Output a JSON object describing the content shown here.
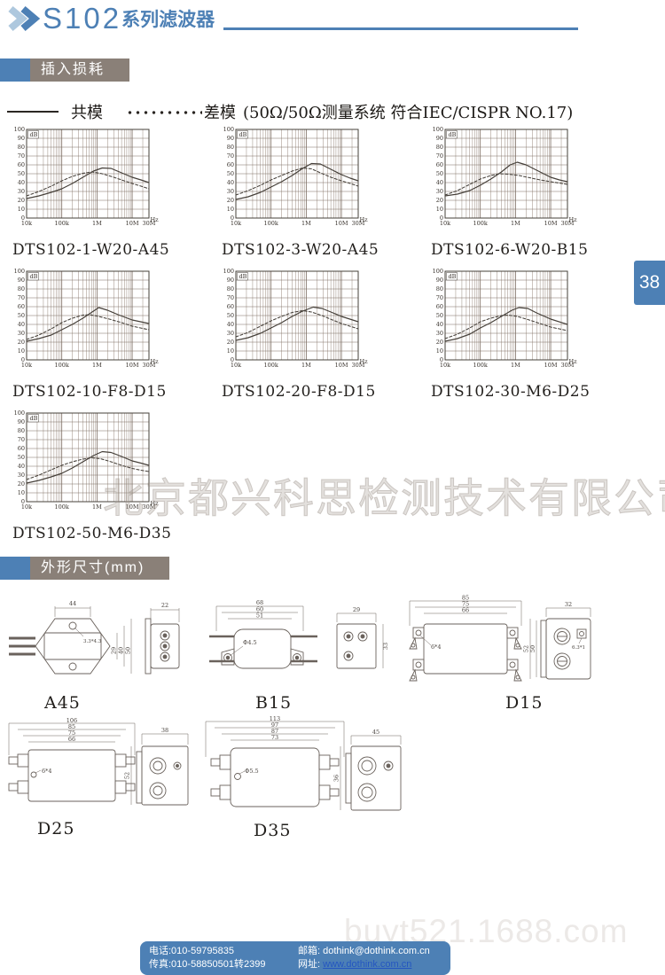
{
  "header": {
    "series": "S102",
    "suffix": "系列滤波器"
  },
  "page_number": "38",
  "sections": {
    "insertion_loss": "插入损耗",
    "dimensions": "外形尺寸(mm)"
  },
  "legend": {
    "common_mode": "共模",
    "diff_mode": "差模",
    "note": "(50Ω/50Ω测量系统 符合IEC/CISPR NO.17)"
  },
  "watermark": {
    "center": "北京都兴科思检测技术有限公司",
    "bottom": "buyt521.1688.com"
  },
  "chart_axis": {
    "y_unit": "dB",
    "x_unit": "Hz",
    "ylim": [
      0,
      100
    ],
    "ytick_step": 10,
    "x_max_lg": 3.477,
    "grid": true,
    "xticks": [
      {
        "label": "10k",
        "lg": 0
      },
      {
        "label": "100k",
        "lg": 1
      },
      {
        "label": "1M",
        "lg": 2
      },
      {
        "label": "10M",
        "lg": 3
      },
      {
        "label": "30M",
        "lg": 3.477
      }
    ]
  },
  "chart_data": [
    {
      "type": "line",
      "title": "DTS102-1-W20-A45",
      "xlabel": "Hz",
      "ylabel": "dB",
      "ylim": [
        0,
        100
      ],
      "series": [
        {
          "name": "共模",
          "style": "solid",
          "points": [
            [
              0,
              22
            ],
            [
              0.35,
              25
            ],
            [
              0.7,
              29
            ],
            [
              1,
              33
            ],
            [
              1.3,
              39
            ],
            [
              1.6,
              46
            ],
            [
              1.9,
              53
            ],
            [
              2.15,
              56.5
            ],
            [
              2.4,
              56
            ],
            [
              2.7,
              51
            ],
            [
              3,
              46
            ],
            [
              3.25,
              43
            ],
            [
              3.477,
              40
            ]
          ]
        },
        {
          "name": "差模",
          "style": "dashed",
          "points": [
            [
              0,
              25
            ],
            [
              0.35,
              30
            ],
            [
              0.7,
              36
            ],
            [
              1,
              42
            ],
            [
              1.3,
              47
            ],
            [
              1.6,
              50.5
            ],
            [
              1.85,
              52
            ],
            [
              2.1,
              50.5
            ],
            [
              2.4,
              47
            ],
            [
              2.7,
              43
            ],
            [
              3,
              39
            ],
            [
              3.25,
              36
            ],
            [
              3.477,
              33
            ]
          ]
        }
      ]
    },
    {
      "type": "line",
      "title": "DTS102-3-W20-A45",
      "xlabel": "Hz",
      "ylabel": "dB",
      "ylim": [
        0,
        100
      ],
      "series": [
        {
          "name": "共模",
          "style": "solid",
          "points": [
            [
              0,
              21
            ],
            [
              0.35,
              24
            ],
            [
              0.7,
              29
            ],
            [
              1,
              35
            ],
            [
              1.3,
              41
            ],
            [
              1.6,
              48
            ],
            [
              1.9,
              56
            ],
            [
              2.15,
              61.5
            ],
            [
              2.4,
              61
            ],
            [
              2.7,
              55
            ],
            [
              3,
              49
            ],
            [
              3.25,
              45
            ],
            [
              3.477,
              42
            ]
          ]
        },
        {
          "name": "差模",
          "style": "dashed",
          "points": [
            [
              0,
              26
            ],
            [
              0.35,
              31
            ],
            [
              0.7,
              37
            ],
            [
              1,
              43
            ],
            [
              1.3,
              48
            ],
            [
              1.6,
              53
            ],
            [
              1.9,
              56.5
            ],
            [
              2.15,
              55.5
            ],
            [
              2.4,
              51
            ],
            [
              2.7,
              46
            ],
            [
              3,
              42
            ],
            [
              3.25,
              39
            ],
            [
              3.477,
              36
            ]
          ]
        }
      ]
    },
    {
      "type": "line",
      "title": "DTS102-6-W20-B15",
      "xlabel": "Hz",
      "ylabel": "dB",
      "ylim": [
        0,
        100
      ],
      "series": [
        {
          "name": "共模",
          "style": "solid",
          "points": [
            [
              0,
              25
            ],
            [
              0.35,
              27
            ],
            [
              0.7,
              31
            ],
            [
              1,
              37
            ],
            [
              1.3,
              44
            ],
            [
              1.6,
              52
            ],
            [
              1.85,
              60
            ],
            [
              2.05,
              63
            ],
            [
              2.3,
              60
            ],
            [
              2.6,
              54
            ],
            [
              3,
              46
            ],
            [
              3.25,
              43
            ],
            [
              3.477,
              41
            ]
          ]
        },
        {
          "name": "差模",
          "style": "dashed",
          "points": [
            [
              0,
              26
            ],
            [
              0.35,
              31
            ],
            [
              0.7,
              38
            ],
            [
              1,
              44
            ],
            [
              1.3,
              48
            ],
            [
              1.55,
              50
            ],
            [
              1.8,
              49.5
            ],
            [
              2.1,
              48
            ],
            [
              2.4,
              45.5
            ],
            [
              2.7,
              43
            ],
            [
              3,
              41
            ],
            [
              3.477,
              38
            ]
          ]
        }
      ]
    },
    {
      "type": "line",
      "title": "DTS102-10-F8-D15",
      "xlabel": "Hz",
      "ylabel": "dB",
      "ylim": [
        0,
        100
      ],
      "series": [
        {
          "name": "共模",
          "style": "solid",
          "points": [
            [
              0,
              21
            ],
            [
              0.35,
              24
            ],
            [
              0.7,
              28
            ],
            [
              1,
              34
            ],
            [
              1.3,
              40
            ],
            [
              1.6,
              47
            ],
            [
              1.9,
              55
            ],
            [
              2.05,
              59
            ],
            [
              2.3,
              56
            ],
            [
              2.6,
              51
            ],
            [
              3,
              45
            ],
            [
              3.477,
              41
            ]
          ]
        },
        {
          "name": "差模",
          "style": "dashed",
          "points": [
            [
              0,
              23
            ],
            [
              0.35,
              28
            ],
            [
              0.7,
              35
            ],
            [
              1,
              42
            ],
            [
              1.3,
              47
            ],
            [
              1.6,
              50.5
            ],
            [
              1.8,
              51
            ],
            [
              2.05,
              49
            ],
            [
              2.35,
              46
            ],
            [
              2.7,
              42
            ],
            [
              3,
              38
            ],
            [
              3.477,
              34
            ]
          ]
        }
      ]
    },
    {
      "type": "line",
      "title": "DTS102-20-F8-D15",
      "xlabel": "Hz",
      "ylabel": "dB",
      "ylim": [
        0,
        100
      ],
      "series": [
        {
          "name": "共模",
          "style": "solid",
          "points": [
            [
              0,
              22
            ],
            [
              0.35,
              25
            ],
            [
              0.7,
              30
            ],
            [
              1,
              36
            ],
            [
              1.3,
              42
            ],
            [
              1.6,
              49
            ],
            [
              1.9,
              55
            ],
            [
              2.2,
              59.5
            ],
            [
              2.45,
              58
            ],
            [
              2.7,
              54
            ],
            [
              3,
              49
            ],
            [
              3.477,
              43
            ]
          ]
        },
        {
          "name": "差模",
          "style": "dashed",
          "points": [
            [
              0,
              26
            ],
            [
              0.35,
              31
            ],
            [
              0.7,
              38
            ],
            [
              1,
              44
            ],
            [
              1.3,
              49
            ],
            [
              1.6,
              53.5
            ],
            [
              1.9,
              55.5
            ],
            [
              2.15,
              54
            ],
            [
              2.45,
              50
            ],
            [
              2.75,
              45
            ],
            [
              3,
              41
            ],
            [
              3.477,
              35
            ]
          ]
        }
      ]
    },
    {
      "type": "line",
      "title": "DTS102-30-M6-D25",
      "xlabel": "Hz",
      "ylabel": "dB",
      "ylim": [
        0,
        100
      ],
      "series": [
        {
          "name": "共模",
          "style": "solid",
          "points": [
            [
              0,
              21
            ],
            [
              0.35,
              24
            ],
            [
              0.7,
              29
            ],
            [
              1,
              36
            ],
            [
              1.3,
              42
            ],
            [
              1.6,
              49
            ],
            [
              1.9,
              56
            ],
            [
              2.1,
              59
            ],
            [
              2.35,
              58
            ],
            [
              2.6,
              53
            ],
            [
              3,
              46
            ],
            [
              3.477,
              40
            ]
          ]
        },
        {
          "name": "差模",
          "style": "dashed",
          "points": [
            [
              0,
              24
            ],
            [
              0.35,
              29
            ],
            [
              0.7,
              36
            ],
            [
              1,
              43
            ],
            [
              1.3,
              47
            ],
            [
              1.6,
              50
            ],
            [
              1.8,
              50.5
            ],
            [
              2.05,
              49
            ],
            [
              2.35,
              45.5
            ],
            [
              2.7,
              41
            ],
            [
              3,
              37
            ],
            [
              3.477,
              33
            ]
          ]
        }
      ]
    },
    {
      "type": "line",
      "title": "DTS102-50-M6-D35",
      "xlabel": "Hz",
      "ylabel": "dB",
      "ylim": [
        0,
        100
      ],
      "series": [
        {
          "name": "共模",
          "style": "solid",
          "points": [
            [
              0,
              21
            ],
            [
              0.35,
              24
            ],
            [
              0.7,
              28
            ],
            [
              1,
              32
            ],
            [
              1.3,
              38
            ],
            [
              1.6,
              45
            ],
            [
              1.9,
              52
            ],
            [
              2.15,
              56.5
            ],
            [
              2.4,
              55.5
            ],
            [
              2.7,
              51
            ],
            [
              3,
              46
            ],
            [
              3.25,
              43.5
            ],
            [
              3.477,
              41
            ]
          ]
        },
        {
          "name": "差模",
          "style": "dashed",
          "points": [
            [
              0,
              25
            ],
            [
              0.35,
              30
            ],
            [
              0.7,
              36
            ],
            [
              1,
              41
            ],
            [
              1.3,
              45
            ],
            [
              1.6,
              48
            ],
            [
              1.85,
              49.5
            ],
            [
              2.1,
              48.5
            ],
            [
              2.4,
              45
            ],
            [
              2.7,
              41
            ],
            [
              3,
              37.5
            ],
            [
              3.25,
              35.5
            ],
            [
              3.477,
              34
            ]
          ]
        }
      ]
    }
  ],
  "drawings": {
    "a45": {
      "label": "A45",
      "top_width": "44",
      "side_width": "22",
      "hole": "3.3*4.3",
      "dim1": "29",
      "dim2": "40",
      "dim3": "50"
    },
    "b15": {
      "label": "B15",
      "w1": "68",
      "w2": "60",
      "w3": "51",
      "hole": "Φ4.5",
      "side_w": "29",
      "side_h": "33"
    },
    "d15": {
      "label": "D15",
      "w1": "85",
      "w2": "75",
      "w3": "66",
      "hole": "6*4",
      "side_w": "32",
      "slot": "6.3*1",
      "h1": "52",
      "h2": "50"
    },
    "d25": {
      "label": "D25",
      "w1": "106",
      "w2": "85",
      "w3": "75",
      "w4": "66",
      "hole": "6*4",
      "side_w": "38",
      "side_h": "52"
    },
    "d35": {
      "label": "D35",
      "w1": "113",
      "w2": "97",
      "w3": "87",
      "w4": "73",
      "hole": "Φ5.5",
      "side_w": "45",
      "side_h": "36"
    }
  },
  "footer": {
    "phone": "电话:010-59795835",
    "fax": "传真:010-58850501转2399",
    "email_label": "邮箱:",
    "email": "dothink@dothink.com.cn",
    "web_label": "网址:",
    "web": "www.dothink.com.cn"
  }
}
